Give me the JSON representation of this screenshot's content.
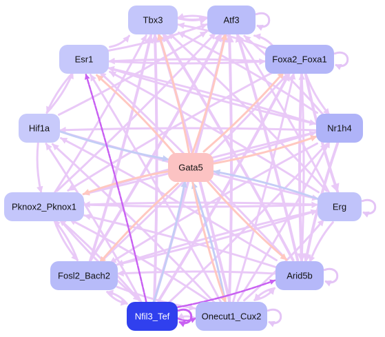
{
  "graph": {
    "nodes": [
      {
        "id": "Tbx3",
        "label": "Tbx3",
        "fill": "#c4c6fb",
        "text": "#111111"
      },
      {
        "id": "Atf3",
        "label": "Atf3",
        "fill": "#babdfa",
        "text": "#111111"
      },
      {
        "id": "Esr1",
        "label": "Esr1",
        "fill": "#c6c8fb",
        "text": "#111111"
      },
      {
        "id": "Foxa2_Foxa1",
        "label": "Foxa2_Foxa1",
        "fill": "#b3b6f8",
        "text": "#111111"
      },
      {
        "id": "Hif1a",
        "label": "Hif1a",
        "fill": "#c8cafb",
        "text": "#111111"
      },
      {
        "id": "Nr1h4",
        "label": "Nr1h4",
        "fill": "#afb3f8",
        "text": "#111111"
      },
      {
        "id": "Gata5",
        "label": "Gata5",
        "fill": "#fcc3c3",
        "text": "#111111"
      },
      {
        "id": "Pknox2_Pknox1",
        "label": "Pknox2_Pknox1",
        "fill": "#c4c6fb",
        "text": "#111111"
      },
      {
        "id": "Erg",
        "label": "Erg",
        "fill": "#c0c3fa",
        "text": "#111111"
      },
      {
        "id": "Fosl2_Bach2",
        "label": "Fosl2_Bach2",
        "fill": "#b7bbf9",
        "text": "#111111"
      },
      {
        "id": "Arid5b",
        "label": "Arid5b",
        "fill": "#b5b8f9",
        "text": "#111111"
      },
      {
        "id": "Nfil3_Tef",
        "label": "Nfil3_Tef",
        "fill": "#3040ee",
        "text": "#ffffff"
      },
      {
        "id": "Onecut1_Cux2",
        "label": "Onecut1_Cux2",
        "fill": "#b7bbf9",
        "text": "#111111"
      }
    ],
    "colors": {
      "edge_default": "#e9c9f7",
      "edge_activation": "#ffc8c0",
      "edge_repression": "#c4cdf6",
      "edge_strong": "#c860f2",
      "self_loop": "#e4c4f6"
    },
    "edges": [
      {
        "from": "Gata5",
        "to": "Tbx3",
        "kind": "activation",
        "w": 3
      },
      {
        "from": "Gata5",
        "to": "Atf3",
        "kind": "activation",
        "w": 3
      },
      {
        "from": "Gata5",
        "to": "Esr1",
        "kind": "activation",
        "w": 3
      },
      {
        "from": "Gata5",
        "to": "Foxa2_Foxa1",
        "kind": "activation",
        "w": 3
      },
      {
        "from": "Gata5",
        "to": "Nr1h4",
        "kind": "activation",
        "w": 3
      },
      {
        "from": "Gata5",
        "to": "Pknox2_Pknox1",
        "kind": "activation",
        "w": 3
      },
      {
        "from": "Gata5",
        "to": "Fosl2_Bach2",
        "kind": "activation",
        "w": 3
      },
      {
        "from": "Gata5",
        "to": "Arid5b",
        "kind": "activation",
        "w": 3
      },
      {
        "from": "Gata5",
        "to": "Onecut1_Cux2",
        "kind": "activation",
        "w": 3
      },
      {
        "from": "Hif1a",
        "to": "Gata5",
        "kind": "repression",
        "w": 3
      },
      {
        "from": "Erg",
        "to": "Gata5",
        "kind": "repression",
        "w": 3
      },
      {
        "from": "Nfil3_Tef",
        "to": "Gata5",
        "kind": "repression",
        "w": 3
      },
      {
        "from": "Onecut1_Cux2",
        "to": "Gata5",
        "kind": "repression",
        "w": 3
      },
      {
        "from": "Nfil3_Tef",
        "to": "Esr1",
        "kind": "strong",
        "w": 2.5
      },
      {
        "from": "Nfil3_Tef",
        "to": "Arid5b",
        "kind": "strong",
        "w": 2.5
      },
      {
        "from": "Nfil3_Tef",
        "to": "Onecut1_Cux2",
        "kind": "strong",
        "w": 2.5
      },
      {
        "from": "Tbx3",
        "to": "Atf3",
        "kind": "default",
        "w": 4
      },
      {
        "from": "Atf3",
        "to": "Tbx3",
        "kind": "default",
        "w": 3
      },
      {
        "from": "Esr1",
        "to": "Tbx3",
        "kind": "default",
        "w": 3
      },
      {
        "from": "Esr1",
        "to": "Atf3",
        "kind": "default",
        "w": 3
      },
      {
        "from": "Esr1",
        "to": "Foxa2_Foxa1",
        "kind": "default",
        "w": 3
      },
      {
        "from": "Esr1",
        "to": "Nr1h4",
        "kind": "default",
        "w": 3
      },
      {
        "from": "Esr1",
        "to": "Hif1a",
        "kind": "default",
        "w": 3
      },
      {
        "from": "Foxa2_Foxa1",
        "to": "Esr1",
        "kind": "default",
        "w": 3
      },
      {
        "from": "Foxa2_Foxa1",
        "to": "Tbx3",
        "kind": "default",
        "w": 3
      },
      {
        "from": "Foxa2_Foxa1",
        "to": "Atf3",
        "kind": "default",
        "w": 3
      },
      {
        "from": "Foxa2_Foxa1",
        "to": "Nr1h4",
        "kind": "default",
        "w": 3
      },
      {
        "from": "Foxa2_Foxa1",
        "to": "Erg",
        "kind": "default",
        "w": 4
      },
      {
        "from": "Foxa2_Foxa1",
        "to": "Arid5b",
        "kind": "default",
        "w": 4
      },
      {
        "from": "Foxa2_Foxa1",
        "to": "Pknox2_Pknox1",
        "kind": "default",
        "w": 3
      },
      {
        "from": "Hif1a",
        "to": "Esr1",
        "kind": "default",
        "w": 3
      },
      {
        "from": "Hif1a",
        "to": "Pknox2_Pknox1",
        "kind": "default",
        "w": 3
      },
      {
        "from": "Hif1a",
        "to": "Atf3",
        "kind": "default",
        "w": 3
      },
      {
        "from": "Hif1a",
        "to": "Erg",
        "kind": "default",
        "w": 3
      },
      {
        "from": "Nr1h4",
        "to": "Atf3",
        "kind": "default",
        "w": 3
      },
      {
        "from": "Nr1h4",
        "to": "Tbx3",
        "kind": "default",
        "w": 3
      },
      {
        "from": "Nr1h4",
        "to": "Esr1",
        "kind": "default",
        "w": 3
      },
      {
        "from": "Nr1h4",
        "to": "Hif1a",
        "kind": "default",
        "w": 3
      },
      {
        "from": "Nr1h4",
        "to": "Pknox2_Pknox1",
        "kind": "default",
        "w": 3
      },
      {
        "from": "Nr1h4",
        "to": "Arid5b",
        "kind": "default",
        "w": 4
      },
      {
        "from": "Nr1h4",
        "to": "Fosl2_Bach2",
        "kind": "default",
        "w": 3
      },
      {
        "from": "Pknox2_Pknox1",
        "to": "Tbx3",
        "kind": "default",
        "w": 3
      },
      {
        "from": "Pknox2_Pknox1",
        "to": "Atf3",
        "kind": "default",
        "w": 3
      },
      {
        "from": "Pknox2_Pknox1",
        "to": "Erg",
        "kind": "default",
        "w": 3
      },
      {
        "from": "Pknox2_Pknox1",
        "to": "Nr1h4",
        "kind": "default",
        "w": 3
      },
      {
        "from": "Pknox2_Pknox1",
        "to": "Fosl2_Bach2",
        "kind": "default",
        "w": 3
      },
      {
        "from": "Pknox2_Pknox1",
        "to": "Nfil3_Tef",
        "kind": "default",
        "w": 3
      },
      {
        "from": "Erg",
        "to": "Atf3",
        "kind": "default",
        "w": 3
      },
      {
        "from": "Erg",
        "to": "Tbx3",
        "kind": "default",
        "w": 3
      },
      {
        "from": "Erg",
        "to": "Pknox2_Pknox1",
        "kind": "default",
        "w": 3
      },
      {
        "from": "Erg",
        "to": "Fosl2_Bach2",
        "kind": "default",
        "w": 3
      },
      {
        "from": "Erg",
        "to": "Arid5b",
        "kind": "default",
        "w": 3
      },
      {
        "from": "Erg",
        "to": "Esr1",
        "kind": "default",
        "w": 3
      },
      {
        "from": "Fosl2_Bach2",
        "to": "Tbx3",
        "kind": "default",
        "w": 4
      },
      {
        "from": "Fosl2_Bach2",
        "to": "Atf3",
        "kind": "default",
        "w": 4
      },
      {
        "from": "Fosl2_Bach2",
        "to": "Foxa2_Foxa1",
        "kind": "default",
        "w": 3
      },
      {
        "from": "Fosl2_Bach2",
        "to": "Erg",
        "kind": "default",
        "w": 3
      },
      {
        "from": "Fosl2_Bach2",
        "to": "Pknox2_Pknox1",
        "kind": "default",
        "w": 3
      },
      {
        "from": "Fosl2_Bach2",
        "to": "Nfil3_Tef",
        "kind": "default",
        "w": 3
      },
      {
        "from": "Fosl2_Bach2",
        "to": "Onecut1_Cux2",
        "kind": "default",
        "w": 3
      },
      {
        "from": "Arid5b",
        "to": "Tbx3",
        "kind": "default",
        "w": 4
      },
      {
        "from": "Arid5b",
        "to": "Atf3",
        "kind": "default",
        "w": 4
      },
      {
        "from": "Arid5b",
        "to": "Esr1",
        "kind": "default",
        "w": 3
      },
      {
        "from": "Arid5b",
        "to": "Foxa2_Foxa1",
        "kind": "default",
        "w": 3
      },
      {
        "from": "Arid5b",
        "to": "Hif1a",
        "kind": "default",
        "w": 3
      },
      {
        "from": "Arid5b",
        "to": "Pknox2_Pknox1",
        "kind": "default",
        "w": 3
      },
      {
        "from": "Arid5b",
        "to": "Fosl2_Bach2",
        "kind": "default",
        "w": 3
      },
      {
        "from": "Arid5b",
        "to": "Onecut1_Cux2",
        "kind": "default",
        "w": 3
      },
      {
        "from": "Nfil3_Tef",
        "to": "Tbx3",
        "kind": "default",
        "w": 4
      },
      {
        "from": "Nfil3_Tef",
        "to": "Atf3",
        "kind": "default",
        "w": 4
      },
      {
        "from": "Nfil3_Tef",
        "to": "Foxa2_Foxa1",
        "kind": "default",
        "w": 4
      },
      {
        "from": "Nfil3_Tef",
        "to": "Hif1a",
        "kind": "default",
        "w": 3
      },
      {
        "from": "Nfil3_Tef",
        "to": "Pknox2_Pknox1",
        "kind": "default",
        "w": 3
      },
      {
        "from": "Nfil3_Tef",
        "to": "Fosl2_Bach2",
        "kind": "default",
        "w": 3
      },
      {
        "from": "Nfil3_Tef",
        "to": "Nr1h4",
        "kind": "default",
        "w": 3
      },
      {
        "from": "Onecut1_Cux2",
        "to": "Tbx3",
        "kind": "default",
        "w": 4
      },
      {
        "from": "Onecut1_Cux2",
        "to": "Atf3",
        "kind": "default",
        "w": 4
      },
      {
        "from": "Onecut1_Cux2",
        "to": "Esr1",
        "kind": "default",
        "w": 3
      },
      {
        "from": "Onecut1_Cux2",
        "to": "Foxa2_Foxa1",
        "kind": "default",
        "w": 3
      },
      {
        "from": "Onecut1_Cux2",
        "to": "Nr1h4",
        "kind": "default",
        "w": 3
      },
      {
        "from": "Onecut1_Cux2",
        "to": "Hif1a",
        "kind": "default",
        "w": 3
      },
      {
        "from": "Onecut1_Cux2",
        "to": "Pknox2_Pknox1",
        "kind": "default",
        "w": 3
      },
      {
        "from": "Onecut1_Cux2",
        "to": "Erg",
        "kind": "default",
        "w": 3
      },
      {
        "from": "Onecut1_Cux2",
        "to": "Arid5b",
        "kind": "default",
        "w": 3
      },
      {
        "from": "Onecut1_Cux2",
        "to": "Nfil3_Tef",
        "kind": "default",
        "w": 3
      }
    ],
    "self_loops": [
      "Atf3",
      "Foxa2_Foxa1",
      "Erg",
      "Arid5b",
      "Nfil3_Tef",
      "Onecut1_Cux2"
    ]
  }
}
